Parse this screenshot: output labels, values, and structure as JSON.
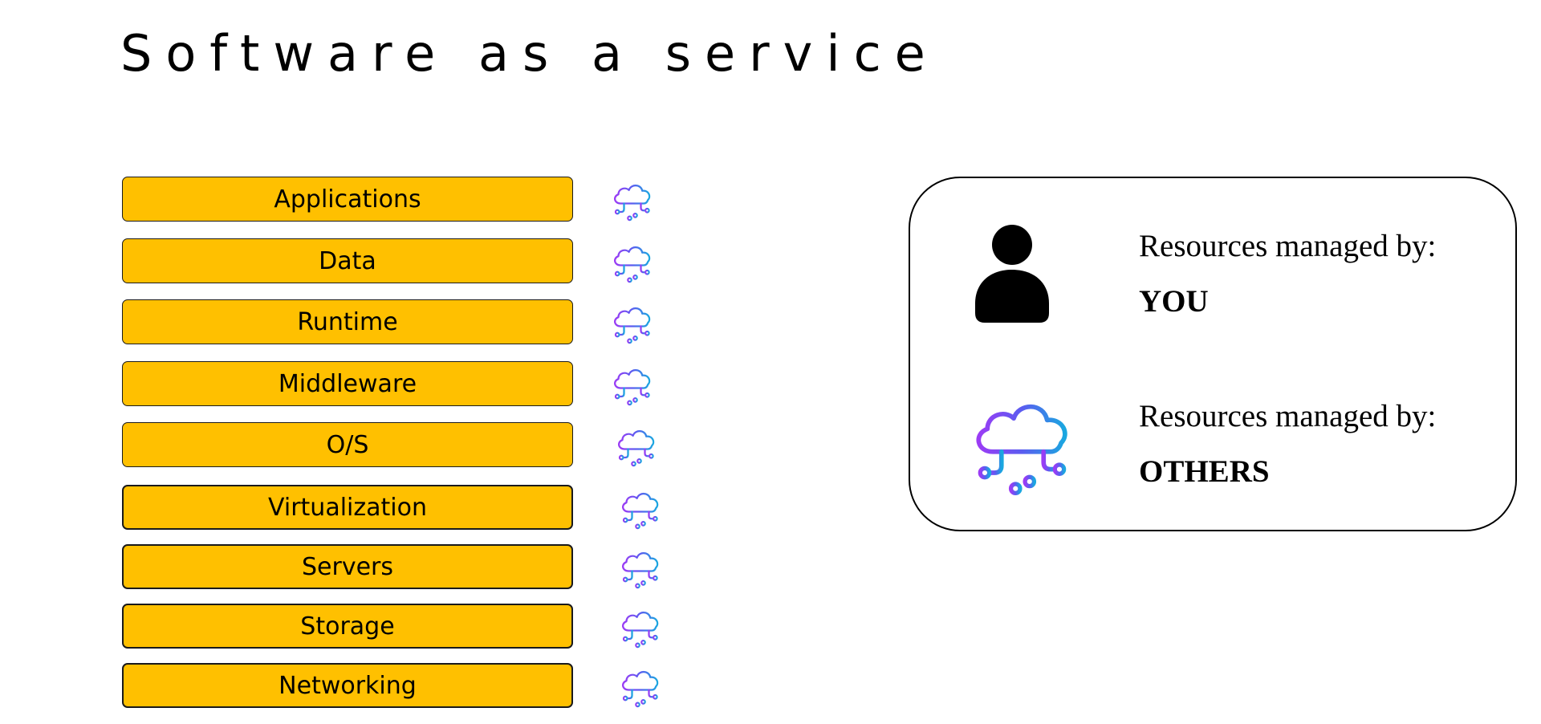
{
  "title": "Software as a service",
  "stack": [
    {
      "label": "Applications",
      "managed_by": "OTHERS"
    },
    {
      "label": "Data",
      "managed_by": "OTHERS"
    },
    {
      "label": "Runtime",
      "managed_by": "OTHERS"
    },
    {
      "label": "Middleware",
      "managed_by": "OTHERS"
    },
    {
      "label": "O/S",
      "managed_by": "OTHERS"
    },
    {
      "label": "Virtualization",
      "managed_by": "OTHERS"
    },
    {
      "label": "Servers",
      "managed_by": "OTHERS"
    },
    {
      "label": "Storage",
      "managed_by": "OTHERS"
    },
    {
      "label": "Networking",
      "managed_by": "OTHERS"
    }
  ],
  "legend": {
    "you": {
      "icon": "person-icon",
      "line1": "Resources managed by:",
      "line2": "YOU"
    },
    "others": {
      "icon": "cloud-network-icon",
      "line1": "Resources managed by:",
      "line2": "OTHERS"
    }
  },
  "colors": {
    "box_fill": "#FFC000",
    "cloud_gradient_start": "#9B3CF5",
    "cloud_gradient_mid": "#5B5CF0",
    "cloud_gradient_end": "#1AA7E0"
  }
}
